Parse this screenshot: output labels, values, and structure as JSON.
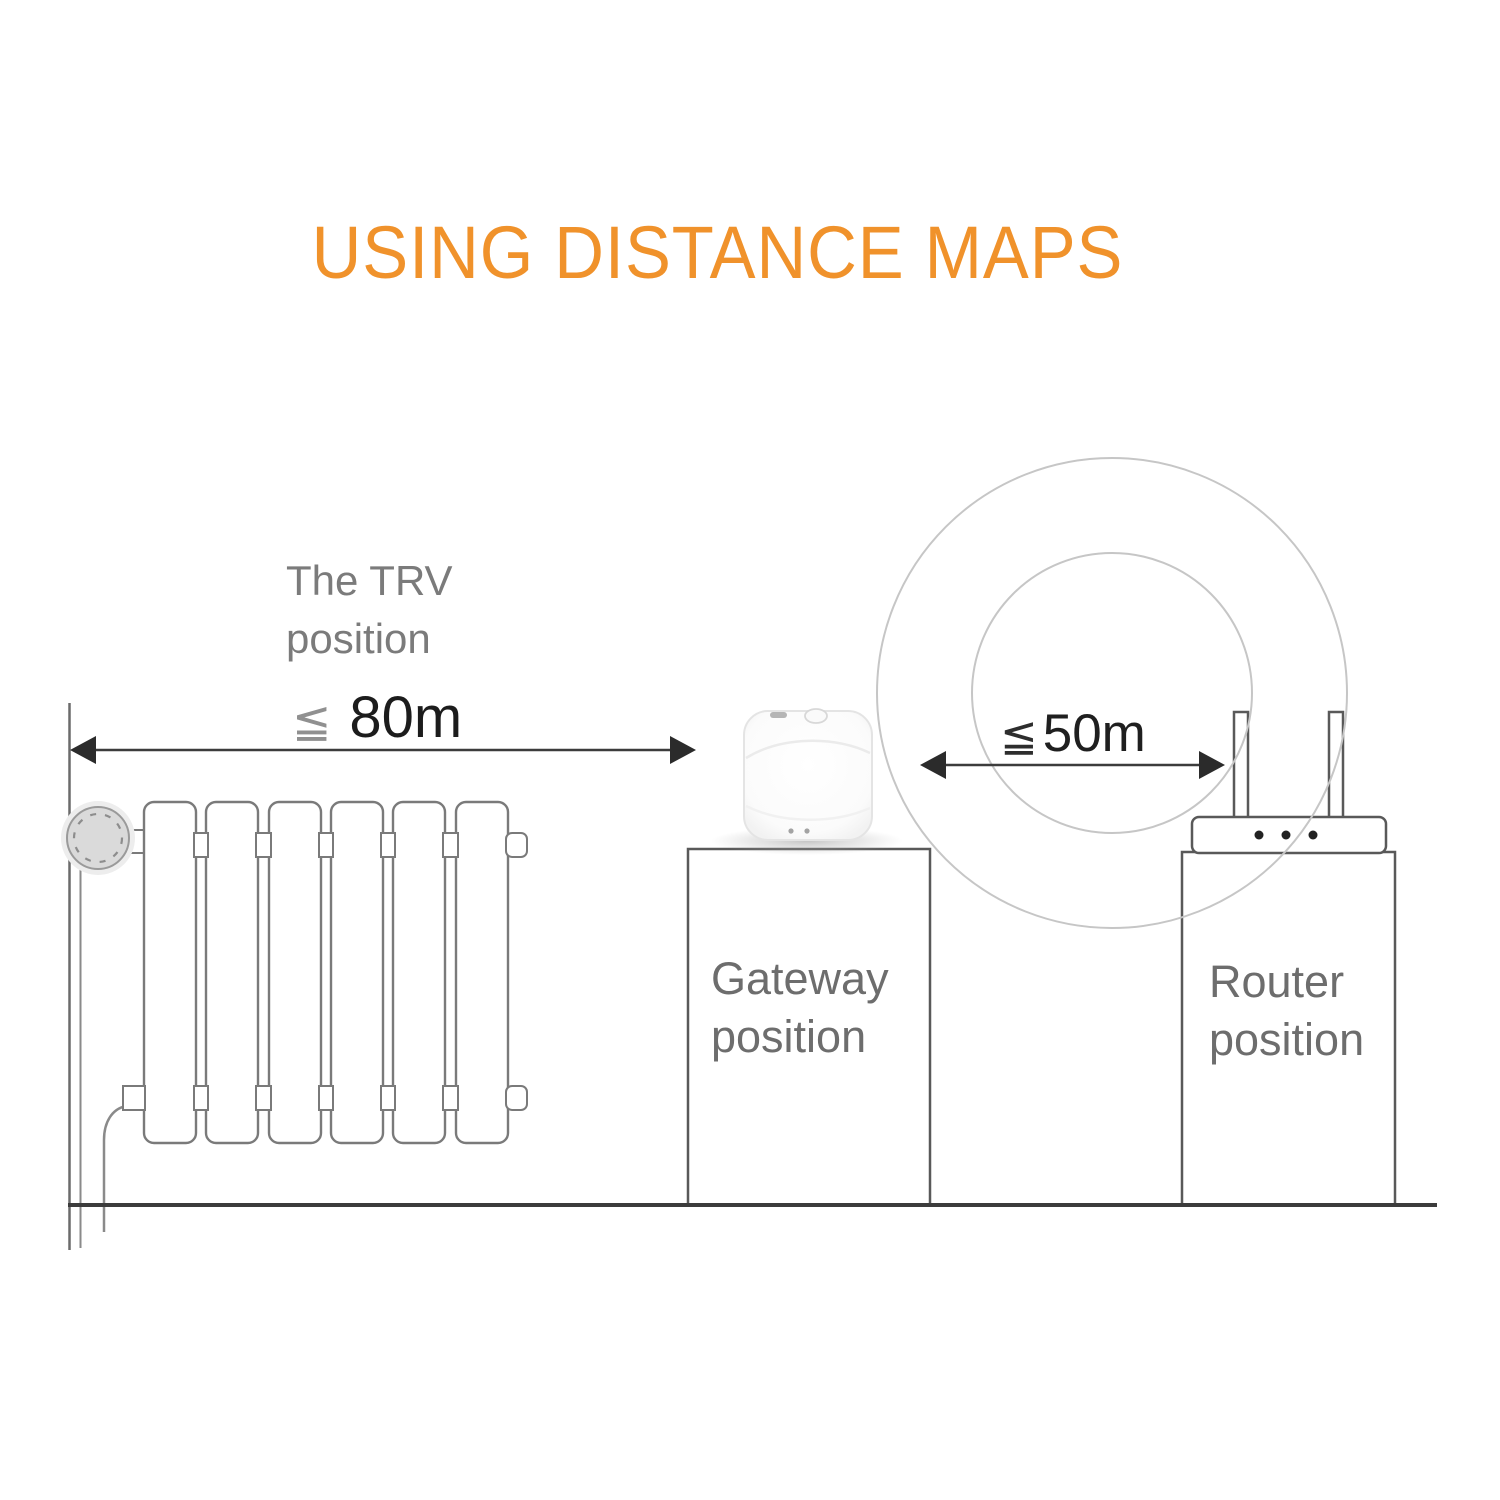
{
  "title": "USING DISTANCE MAPS",
  "diagram": {
    "trv_label": "The TRV\nposition",
    "gateway_label": "Gateway\nposition",
    "router_label": "Router\nposition",
    "distance_trv_gateway": {
      "symbol": "≦",
      "value": "80m"
    },
    "distance_gateway_router": {
      "symbol": "≦",
      "value": "50m"
    }
  },
  "icons": {
    "trv_valve": "round-thermostat-knob-icon",
    "radiator": "six-fin-radiator-icon",
    "gateway_device": "white-rounded-cube-gateway-icon",
    "router_device": "two-antenna-router-icon",
    "signal": "concentric-signal-circles-icon",
    "arrows": "double-headed-distance-arrow-icon"
  },
  "colors": {
    "title_orange": "#F0922B",
    "label_gray": "#7b7b7b",
    "pedestal_label_gray": "#6d6d6d",
    "outline_gray": "#7a7a7a",
    "device_outline_dark": "#595959",
    "arrow_dark": "#2b2b2b",
    "signal_circle_gray": "#c6c6c6",
    "ground_dark": "#3c3c3c",
    "background": "#ffffff"
  }
}
